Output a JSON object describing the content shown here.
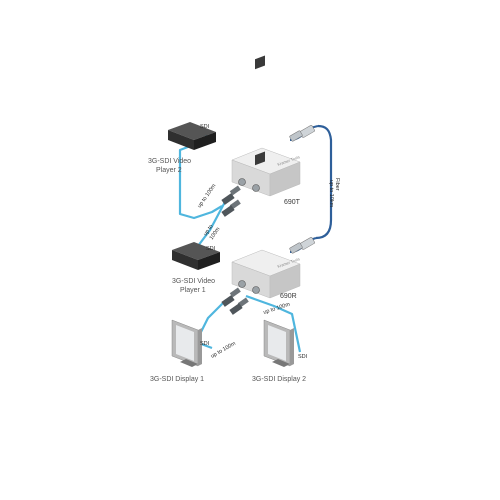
{
  "devices": {
    "player2": {
      "label_line1": "3G-SDI Video",
      "label_line2": "Player 2"
    },
    "player1": {
      "label_line1": "3G-SDI Video",
      "label_line2": "Player 1"
    },
    "transmitter": {
      "model": "690T",
      "panel_text": "Kramer Tools"
    },
    "receiver": {
      "model": "690R",
      "panel_text": "Kramer Tools"
    },
    "display1": {
      "label": "3G-SDI Display 1"
    },
    "display2": {
      "label": "3G-SDI Display 2"
    }
  },
  "cables": {
    "sdi_player2": "SDI",
    "sdi_player2_length": "up to 100m",
    "sdi_player1_length_line1": "up to",
    "sdi_player1_length_line2": "100m",
    "sdi_player1": "SDI",
    "sdi_display1": "SDI",
    "sdi_display1_length": "up to 100m",
    "sdi_display2": "SDI",
    "sdi_display2_length": "up to 100m",
    "fiber_line1": "Fiber",
    "fiber_line2": "up to 10km"
  },
  "colors": {
    "sdi_cable": "#4fb6de",
    "fiber_cable": "#2e5f9a",
    "device_dark": "#2f2f2f",
    "box_light": "#e3e3e3"
  }
}
